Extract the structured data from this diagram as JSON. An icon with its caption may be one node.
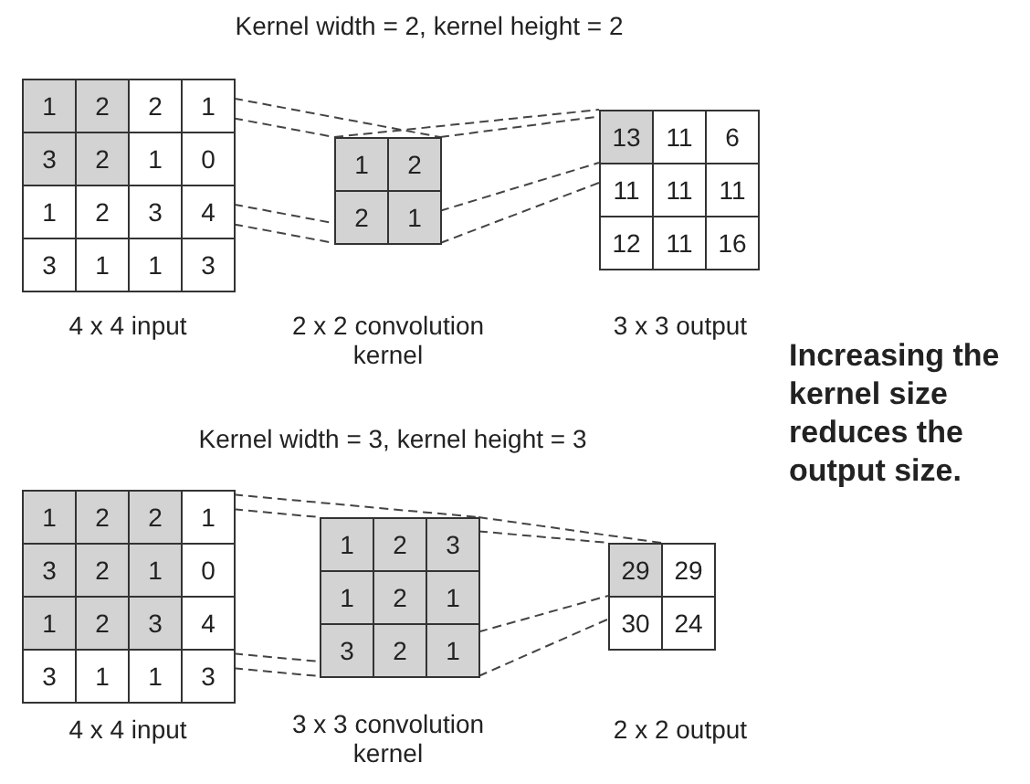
{
  "diagram": {
    "nodes": [
      {
        "text": [
          "1",
          "2",
          "2",
          "1",
          "3",
          "2",
          "1",
          "0",
          "1",
          "2",
          "3",
          "4",
          "3",
          "1",
          "1",
          "3"
        ],
        "beside": [
          "4 x 4 input"
        ]
      },
      {
        "text": [
          "1",
          "2",
          "2",
          "1"
        ],
        "beside": [
          "2 x 2 convolution kernel"
        ]
      },
      {
        "text": [
          "13",
          "11",
          "6",
          "11",
          "11",
          "11",
          "12",
          "11",
          "16"
        ],
        "beside": [
          "3 x 3 output"
        ]
      },
      {
        "text": [
          "1",
          "2",
          "2",
          "1",
          "3",
          "2",
          "1",
          "0",
          "1",
          "2",
          "3",
          "4",
          "3",
          "1",
          "1",
          "3"
        ],
        "beside": [
          "4 x 4 input"
        ]
      },
      {
        "text": [
          "1",
          "2",
          "3",
          "1",
          "2",
          "1",
          "3",
          "2",
          "1"
        ],
        "beside": [
          "3 x 3 convolution kernel"
        ]
      },
      {
        "text": [
          "29",
          "29",
          "30",
          "24"
        ],
        "beside": [
          "2 x 2 output"
        ]
      }
    ],
    "edges": [
      {
        "from": 0,
        "to": 1,
        "arrow": "none",
        "style": "dashed"
      },
      {
        "from": 0,
        "to": 1,
        "arrow": "none",
        "style": "dashed"
      },
      {
        "from": 0,
        "to": 1,
        "arrow": "none",
        "style": "dashed"
      },
      {
        "from": 0,
        "to": 1,
        "arrow": "none",
        "style": "dashed"
      },
      {
        "from": 1,
        "to": 2,
        "arrow": "none",
        "style": "dashed"
      },
      {
        "from": 1,
        "to": 2,
        "arrow": "none",
        "style": "dashed"
      },
      {
        "from": 1,
        "to": 2,
        "arrow": "none",
        "style": "dashed"
      },
      {
        "from": 1,
        "to": 2,
        "arrow": "none",
        "style": "dashed"
      },
      {
        "from": 3,
        "to": 4,
        "arrow": "none",
        "style": "dashed"
      },
      {
        "from": 3,
        "to": 4,
        "arrow": "none",
        "style": "dashed"
      },
      {
        "from": 3,
        "to": 4,
        "arrow": "none",
        "style": "dashed"
      },
      {
        "from": 3,
        "to": 4,
        "arrow": "none",
        "style": "dashed"
      },
      {
        "from": 4,
        "to": 5,
        "arrow": "none",
        "style": "dashed"
      },
      {
        "from": 4,
        "to": 5,
        "arrow": "none",
        "style": "dashed"
      },
      {
        "from": 4,
        "to": 5,
        "arrow": "none",
        "style": "dashed"
      },
      {
        "from": 4,
        "to": 5,
        "arrow": "none",
        "style": "dashed"
      }
    ],
    "labels": [
      "Kernel width = 2, kernel height = 2",
      "Kernel width = 3, kernel height = 3",
      "Increasing the kernel size reduces the output size."
    ]
  }
}
